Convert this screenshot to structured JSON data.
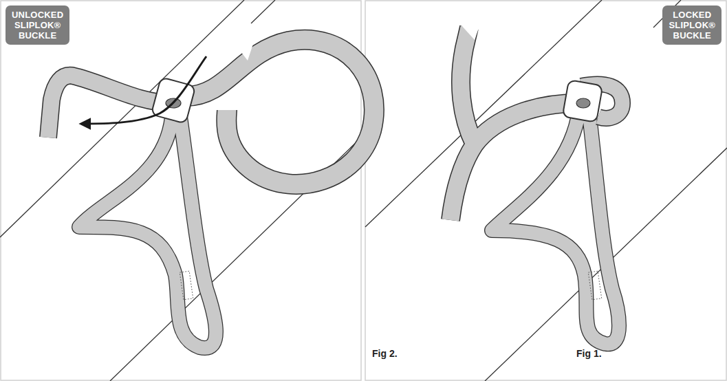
{
  "diagram": {
    "nodes": [
      {
        "text": [
          "UNLOCKED SLIPLOK® BUCKLE"
        ]
      },
      {
        "text": [
          "LOCKED SLIPLOK® BUCKLE"
        ]
      }
    ],
    "labels": [
      "Fig 1.",
      "Fig 2."
    ]
  }
}
